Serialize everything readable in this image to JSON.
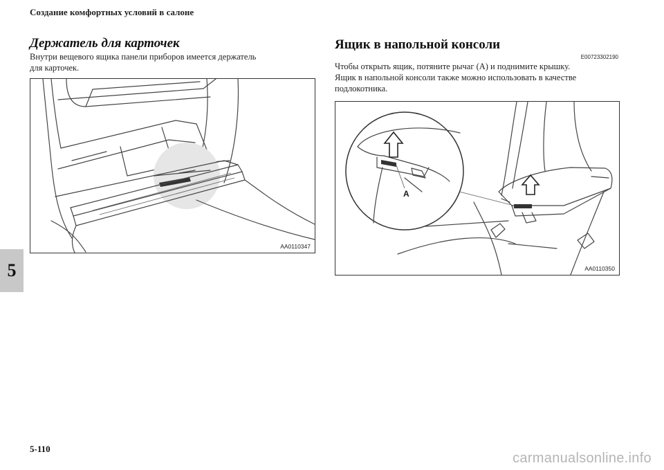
{
  "header": {
    "running_title": "Создание комфортных условий в салоне"
  },
  "section_tab": {
    "number": "5"
  },
  "left": {
    "heading": "Держатель для карточек",
    "body_lines": [
      "Внутри вещевого ящика панели приборов имеется держатель",
      "для карточек."
    ],
    "figure_code": "AA0110347"
  },
  "right": {
    "heading": "Ящик в напольной консоли",
    "ref_code": "E00723302190",
    "body_lines": [
      "Чтобы открыть ящик, потяните рычаг (A) и поднимите крышку.",
      "Ящик в напольной консоли также можно использовать в качестве",
      "подлокотника."
    ],
    "callout_label": "A",
    "figure_code": "AA0110350"
  },
  "footer": {
    "page_number": "5-110",
    "watermark": "carmanualsonline.info"
  }
}
